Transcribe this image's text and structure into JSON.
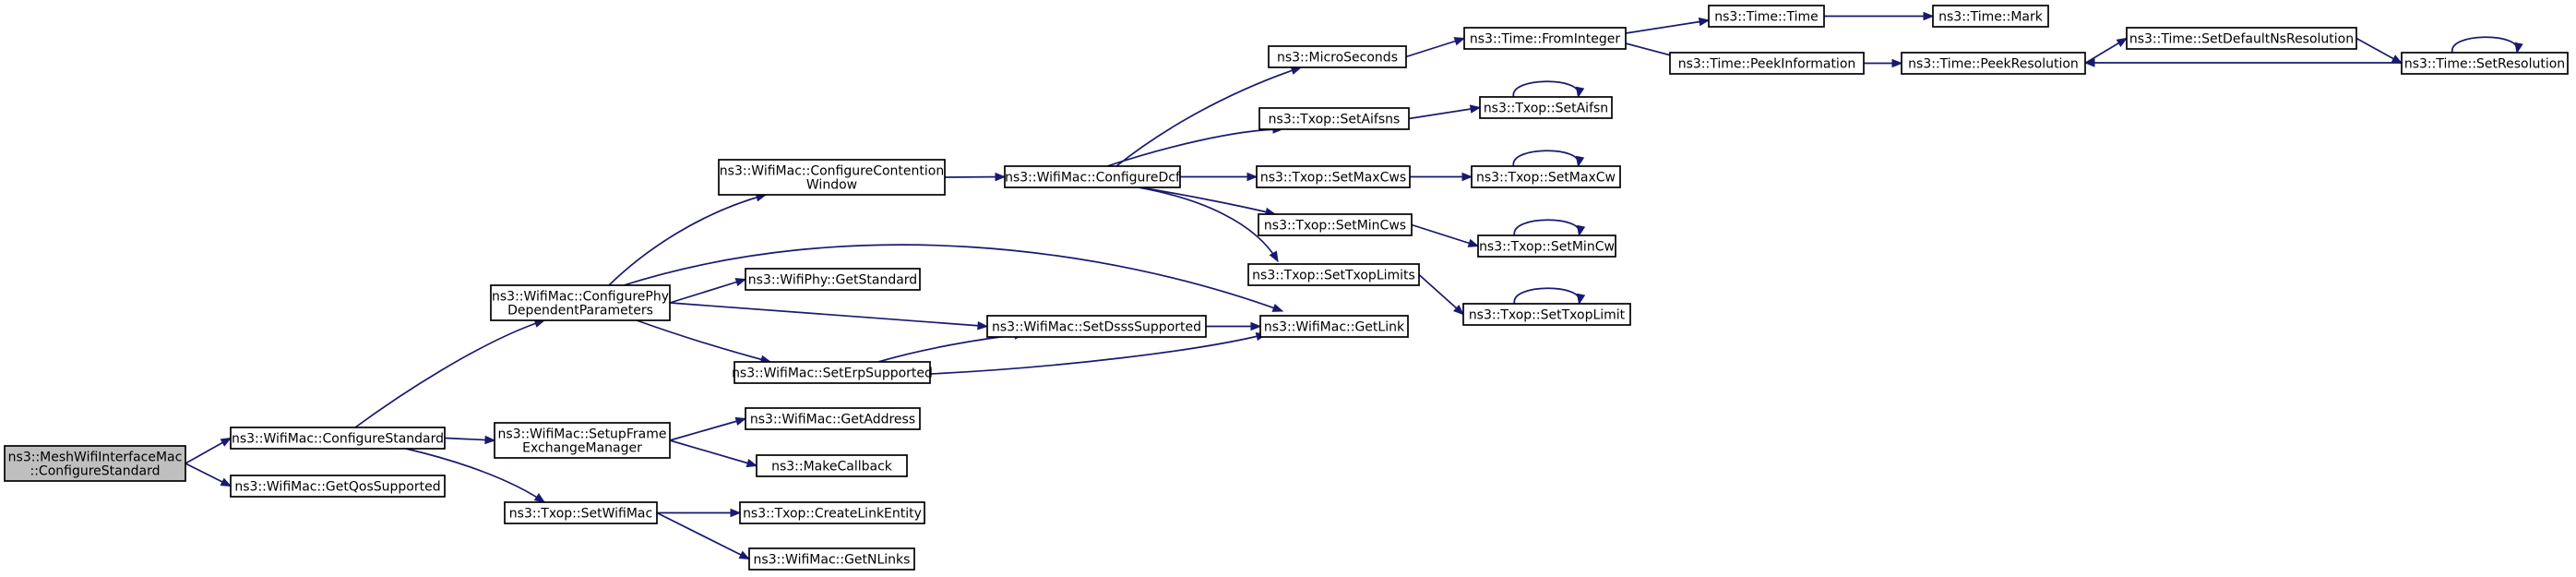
{
  "diagram": {
    "type": "call-graph",
    "edge_color": "#191970",
    "root_fill": "#bfbfbf",
    "node_fill": "#ffffff",
    "nodes": [
      {
        "id": "root",
        "lines": [
          "ns3::MeshWifiInterfaceMac",
          "::ConfigureStandard"
        ],
        "root": true
      },
      {
        "id": "configure-standard",
        "lines": [
          "ns3::WifiMac::ConfigureStandard"
        ]
      },
      {
        "id": "get-qos-supported",
        "lines": [
          "ns3::WifiMac::GetQosSupported"
        ]
      },
      {
        "id": "configure-phy",
        "lines": [
          "ns3::WifiMac::ConfigurePhy",
          "DependentParameters"
        ]
      },
      {
        "id": "setup-fem",
        "lines": [
          "ns3::WifiMac::SetupFrame",
          "ExchangeManager"
        ]
      },
      {
        "id": "txop-set-wifimac",
        "lines": [
          "ns3::Txop::SetWifiMac"
        ]
      },
      {
        "id": "configure-cw",
        "lines": [
          "ns3::WifiMac::ConfigureContention",
          "Window"
        ]
      },
      {
        "id": "wifiphy-get-standard",
        "lines": [
          "ns3::WifiPhy::GetStandard"
        ]
      },
      {
        "id": "set-dsss",
        "lines": [
          "ns3::WifiMac::SetDsssSupported"
        ]
      },
      {
        "id": "set-erp",
        "lines": [
          "ns3::WifiMac::SetErpSupported"
        ]
      },
      {
        "id": "get-address",
        "lines": [
          "ns3::WifiMac::GetAddress"
        ]
      },
      {
        "id": "make-callback",
        "lines": [
          "ns3::MakeCallback"
        ]
      },
      {
        "id": "create-link-entity",
        "lines": [
          "ns3::Txop::CreateLinkEntity"
        ]
      },
      {
        "id": "get-nlinks",
        "lines": [
          "ns3::WifiMac::GetNLinks"
        ]
      },
      {
        "id": "configure-dcf",
        "lines": [
          "ns3::WifiMac::ConfigureDcf"
        ]
      },
      {
        "id": "get-link",
        "lines": [
          "ns3::WifiMac::GetLink"
        ]
      },
      {
        "id": "microseconds",
        "lines": [
          "ns3::MicroSeconds"
        ]
      },
      {
        "id": "set-aifsns",
        "lines": [
          "ns3::Txop::SetAifsns"
        ]
      },
      {
        "id": "set-maxcws",
        "lines": [
          "ns3::Txop::SetMaxCws"
        ]
      },
      {
        "id": "set-mincws",
        "lines": [
          "ns3::Txop::SetMinCws"
        ]
      },
      {
        "id": "set-txoplimits",
        "lines": [
          "ns3::Txop::SetTxopLimits"
        ]
      },
      {
        "id": "time-from-integer",
        "lines": [
          "ns3::Time::FromInteger"
        ]
      },
      {
        "id": "set-aifsn",
        "lines": [
          "ns3::Txop::SetAifsn"
        ]
      },
      {
        "id": "set-maxcw",
        "lines": [
          "ns3::Txop::SetMaxCw"
        ]
      },
      {
        "id": "set-mincw",
        "lines": [
          "ns3::Txop::SetMinCw"
        ]
      },
      {
        "id": "set-txoplimit",
        "lines": [
          "ns3::Txop::SetTxopLimit"
        ]
      },
      {
        "id": "time-time",
        "lines": [
          "ns3::Time::Time"
        ]
      },
      {
        "id": "time-peek-information",
        "lines": [
          "ns3::Time::PeekInformation"
        ]
      },
      {
        "id": "time-mark",
        "lines": [
          "ns3::Time::Mark"
        ]
      },
      {
        "id": "time-peek-resolution",
        "lines": [
          "ns3::Time::PeekResolution"
        ]
      },
      {
        "id": "time-set-default-ns",
        "lines": [
          "ns3::Time::SetDefaultNsResolution"
        ]
      },
      {
        "id": "time-set-resolution",
        "lines": [
          "ns3::Time::SetResolution"
        ]
      }
    ],
    "edges": [
      {
        "from": "root",
        "to": "configure-standard"
      },
      {
        "from": "root",
        "to": "get-qos-supported"
      },
      {
        "from": "configure-standard",
        "to": "configure-phy"
      },
      {
        "from": "configure-standard",
        "to": "setup-fem"
      },
      {
        "from": "configure-standard",
        "to": "txop-set-wifimac"
      },
      {
        "from": "configure-phy",
        "to": "configure-cw"
      },
      {
        "from": "configure-phy",
        "to": "wifiphy-get-standard"
      },
      {
        "from": "configure-phy",
        "to": "set-dsss"
      },
      {
        "from": "configure-phy",
        "to": "set-erp"
      },
      {
        "from": "configure-phy",
        "to": "get-link"
      },
      {
        "from": "configure-cw",
        "to": "configure-dcf"
      },
      {
        "from": "configure-dcf",
        "to": "microseconds"
      },
      {
        "from": "configure-dcf",
        "to": "set-aifsns"
      },
      {
        "from": "configure-dcf",
        "to": "set-maxcws"
      },
      {
        "from": "configure-dcf",
        "to": "set-mincws"
      },
      {
        "from": "configure-dcf",
        "to": "set-txoplimits"
      },
      {
        "from": "set-erp",
        "to": "set-dsss"
      },
      {
        "from": "set-erp",
        "to": "get-link"
      },
      {
        "from": "set-dsss",
        "to": "get-link"
      },
      {
        "from": "setup-fem",
        "to": "get-address"
      },
      {
        "from": "setup-fem",
        "to": "make-callback"
      },
      {
        "from": "txop-set-wifimac",
        "to": "create-link-entity"
      },
      {
        "from": "txop-set-wifimac",
        "to": "get-nlinks"
      },
      {
        "from": "microseconds",
        "to": "time-from-integer"
      },
      {
        "from": "set-aifsns",
        "to": "set-aifsn"
      },
      {
        "from": "set-maxcws",
        "to": "set-maxcw"
      },
      {
        "from": "set-mincws",
        "to": "set-mincw"
      },
      {
        "from": "set-txoplimits",
        "to": "set-txoplimit"
      },
      {
        "from": "set-aifsn",
        "to": "set-aifsn"
      },
      {
        "from": "set-maxcw",
        "to": "set-maxcw"
      },
      {
        "from": "set-mincw",
        "to": "set-mincw"
      },
      {
        "from": "set-txoplimit",
        "to": "set-txoplimit"
      },
      {
        "from": "time-from-integer",
        "to": "time-time"
      },
      {
        "from": "time-from-integer",
        "to": "time-peek-information"
      },
      {
        "from": "time-time",
        "to": "time-mark"
      },
      {
        "from": "time-peek-information",
        "to": "time-peek-resolution"
      },
      {
        "from": "time-peek-resolution",
        "to": "time-set-default-ns"
      },
      {
        "from": "time-set-default-ns",
        "to": "time-set-resolution"
      },
      {
        "from": "time-set-resolution",
        "to": "time-peek-resolution"
      },
      {
        "from": "time-set-resolution",
        "to": "time-set-resolution"
      }
    ]
  }
}
